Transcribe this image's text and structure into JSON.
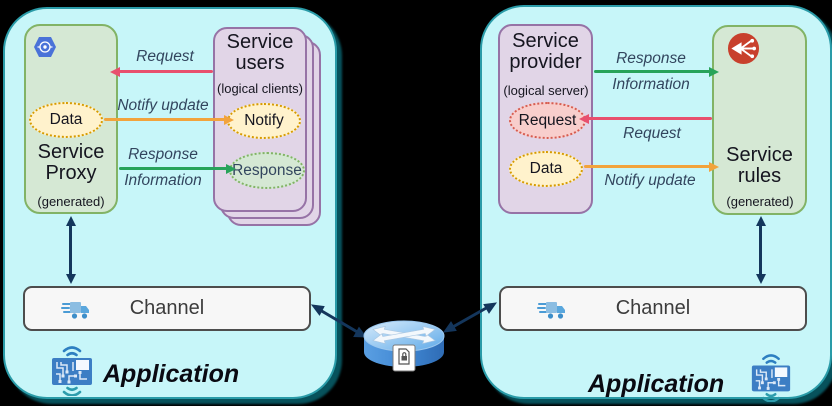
{
  "colors": {
    "canvas_bg": "#000000",
    "container_fill": "#c7f6f9",
    "container_border": "#2a9ba8",
    "container_shadow": "#07525c",
    "green_box_fill": "#d5e8d4",
    "green_box_border": "#82b366",
    "purple_box_fill": "#e1d5e7",
    "purple_box_border": "#9673a6",
    "yellow_fill": "#fff2cc",
    "yellow_border": "#d79b00",
    "pink_fill": "#f8cecc",
    "pink_border": "#d65c50",
    "channel_fill": "#f7f7f7",
    "channel_border": "#4d4d4d",
    "channel_text": "#3c3c3c",
    "arrow_request": "#e8506e",
    "arrow_notify": "#f2a33c",
    "arrow_response": "#27a35a",
    "arrow_channel": "#14365c",
    "arrow_label_color": "#32455e",
    "title_color": "#15151f"
  },
  "left_app": {
    "proxy_box": {
      "title": "Service Proxy",
      "subtitle": "(generated)",
      "data_ellipse": "Data",
      "icon": "hexagon-api-icon"
    },
    "users_box": {
      "title": "Service users",
      "subtitle": "(logical clients)",
      "notify_ellipse": "Notify",
      "response_ellipse": "Response"
    },
    "request_arrow_label": "Request",
    "notify_arrow_label": "Notify update",
    "response_arrow_label_line1": "Response",
    "response_arrow_label_line2": "Information",
    "channel_label": "Channel",
    "application_label": "Application"
  },
  "right_app": {
    "provider_box": {
      "title": "Service provider",
      "subtitle": "(logical server)",
      "request_ellipse": "Request",
      "data_ellipse": "Data"
    },
    "rules_box": {
      "title": "Service rules",
      "subtitle": "(generated)",
      "icon": "merge-circle-icon"
    },
    "response_arrow_label_line1": "Response",
    "response_arrow_label_line2": "Information",
    "request_arrow_label": "Request",
    "notify_arrow_label": "Notify update",
    "channel_label": "Channel",
    "application_label": "Application"
  },
  "middle": {
    "router_icon": "router-icon",
    "router_badge_icon": "secure-document-icon"
  },
  "icon_names": [
    "hexagon-api-icon",
    "merge-circle-icon",
    "delivery-truck-icon",
    "iot-chip-icon",
    "router-icon",
    "secure-document-icon"
  ]
}
